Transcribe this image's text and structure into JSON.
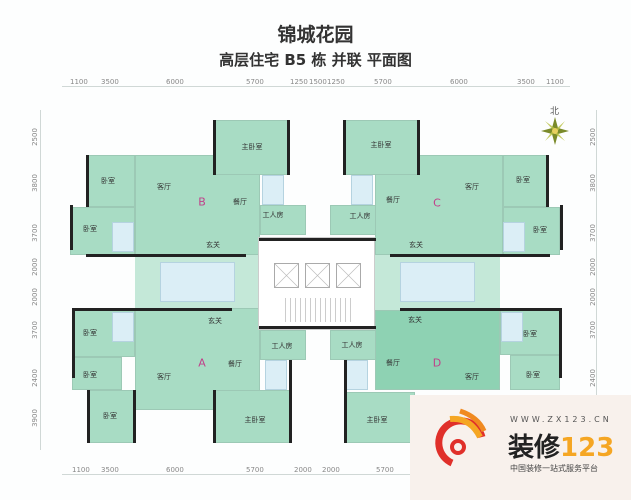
{
  "title": "锦城花园",
  "subtitle": "高层住宅 B5 栋 并联 平面图",
  "north_label": "北",
  "top_dims": [
    "1100",
    "3500",
    "6000",
    "5700",
    "1250",
    "1500",
    "1250",
    "5700",
    "6000",
    "3500",
    "1100"
  ],
  "bottom_dims": [
    "1100",
    "3500",
    "6000",
    "5700",
    "2000",
    "2000",
    "5700"
  ],
  "side_dims": [
    "2500",
    "3800",
    "3700",
    "2000",
    "2000",
    "3700",
    "2400",
    "3900"
  ],
  "units": {
    "a": "A",
    "b": "B",
    "c": "C",
    "d": "D"
  },
  "rooms": {
    "master": "主卧室",
    "bedroom": "卧室",
    "living": "客厅",
    "dining": "餐厅",
    "maid": "工人房",
    "entry": "玄关"
  },
  "logo": {
    "url": "WWW.ZX123.CN",
    "brand_cn": "装修",
    "brand_num": "123",
    "slogan": "中国装修一站式服务平台"
  },
  "colors": {
    "room": "#a8dcc4",
    "wall": "#222222",
    "unit_label": "#c0408a",
    "logo_orange": "#f5a623",
    "logo_red": "#e0302a"
  }
}
